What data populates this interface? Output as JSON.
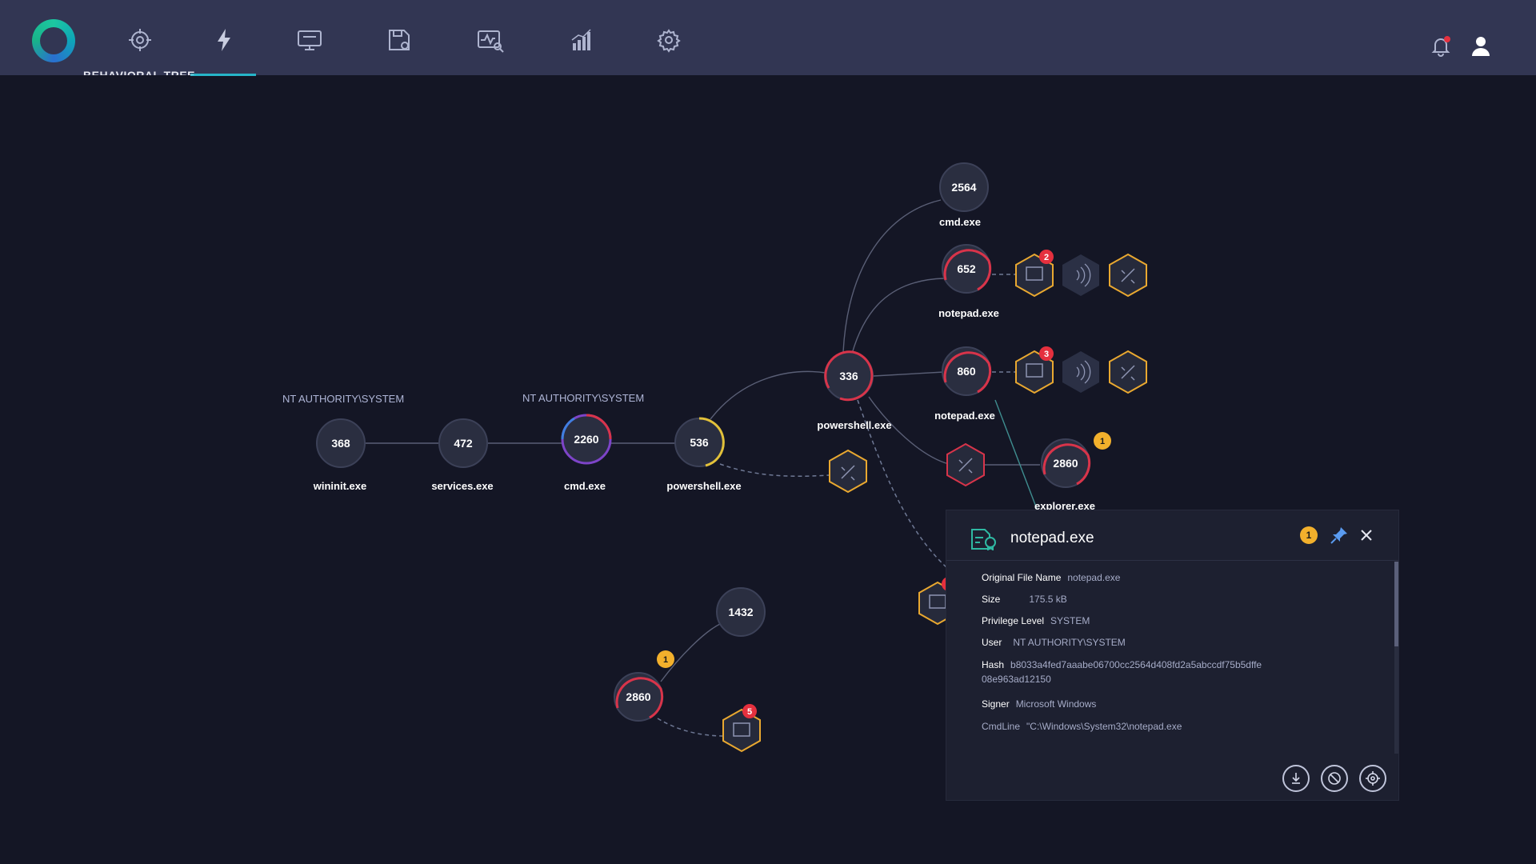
{
  "tree_title": "BEHAVIORAL TREE",
  "nav": {
    "icons": [
      "crosshair-icon",
      "lightning-icon",
      "monitor-icon",
      "floppy-pin-icon",
      "activity-search-icon",
      "bar-chart-icon",
      "gear-icon"
    ]
  },
  "graph": {
    "user_labels": [
      "NT AUTHORITY\\SYSTEM",
      "NT AUTHORITY\\SYSTEM"
    ],
    "nodes": [
      {
        "pid": "368",
        "name": "wininit.exe"
      },
      {
        "pid": "472",
        "name": "services.exe"
      },
      {
        "pid": "2260",
        "name": "cmd.exe"
      },
      {
        "pid": "536",
        "name": "powershell.exe"
      },
      {
        "pid": "336",
        "name": "powershell.exe"
      },
      {
        "pid": "2564",
        "name": "cmd.exe"
      },
      {
        "pid": "652",
        "name": "notepad.exe"
      },
      {
        "pid": "860",
        "name": "notepad.exe"
      },
      {
        "pid": "2860",
        "name": "explorer.exe"
      },
      {
        "pid": "1432",
        "name": ""
      },
      {
        "pid": "2860",
        "name": ""
      }
    ],
    "badges": {
      "b652": "2",
      "b860": "3",
      "b2860": "1",
      "bLow": "1",
      "bHex": "5"
    }
  },
  "panel": {
    "title": "notepad.exe",
    "badge": "1",
    "fields": [
      {
        "key": "Original File Name",
        "value": "notepad.exe"
      },
      {
        "key": "Size",
        "value": "175.5 kB"
      },
      {
        "key": "Privilege Level",
        "value": "SYSTEM"
      },
      {
        "key": "User",
        "value": "NT AUTHORITY\\SYSTEM"
      },
      {
        "key": "Hash",
        "value": "b8033a4fed7aaabe06700cc2564d408fd2a5abccdf75b5dffe",
        "value2": "08e963ad12150"
      },
      {
        "key": "Signer",
        "value": "Microsoft Windows"
      },
      {
        "key": "CmdLine",
        "value": "\"C:\\Windows\\System32\\notepad.exe"
      }
    ]
  },
  "colors": {
    "bg": "#141625",
    "topbar": "#323653",
    "accent": "#27b5c9",
    "red": "#d8344a",
    "orange": "#e9a830",
    "badge_red": "#e5303e",
    "badge_yellow": "#f2b02c"
  }
}
